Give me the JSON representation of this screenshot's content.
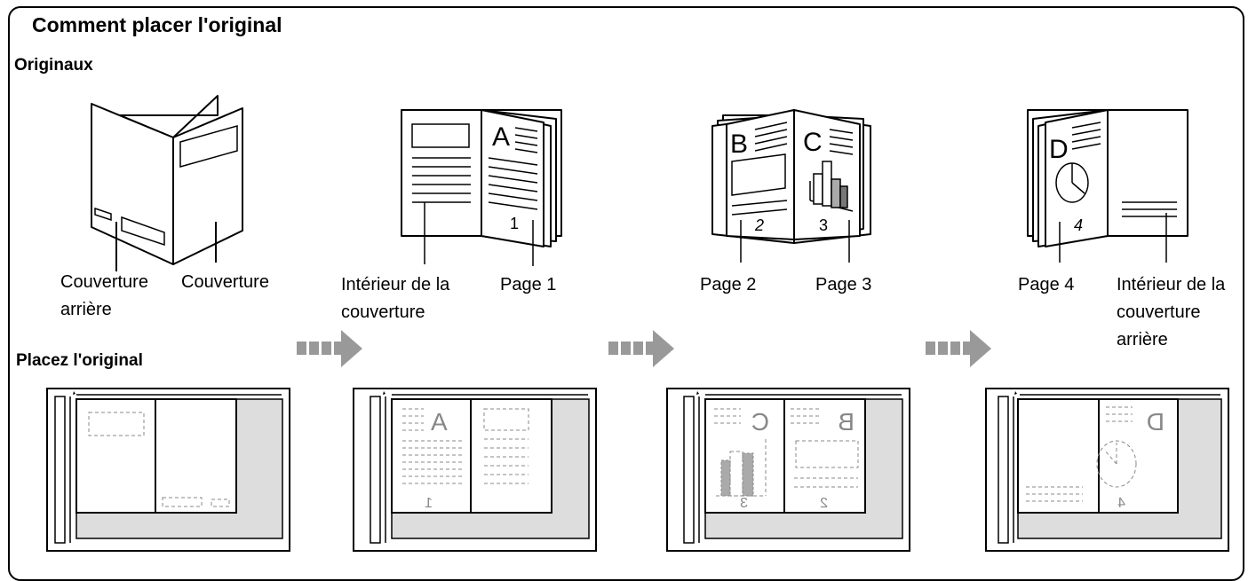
{
  "title": "Comment placer l'original",
  "sections": {
    "originals": "Originaux",
    "place": "Placez l'original"
  },
  "labels": {
    "back_cover_1": "Couverture",
    "back_cover_2": "arrière",
    "front_cover": "Couverture",
    "inside_cover_1": "Intérieur de la",
    "inside_cover_2": "couverture",
    "page1": "Page 1",
    "page2": "Page 2",
    "page3": "Page 3",
    "page4": "Page 4",
    "inside_back_1": "Intérieur de la",
    "inside_back_2": "couverture",
    "inside_back_3": "arrière"
  },
  "page_letters": {
    "a": "A",
    "b": "B",
    "c": "C",
    "d": "D"
  },
  "page_numbers": {
    "p1": "1",
    "p2": "2",
    "p3": "3",
    "p4": "4"
  },
  "colors": {
    "ink": "#000000",
    "glass": "#dddddd",
    "arrow": "#999999",
    "dash": "#888888",
    "bar": "#aaaaaa"
  }
}
